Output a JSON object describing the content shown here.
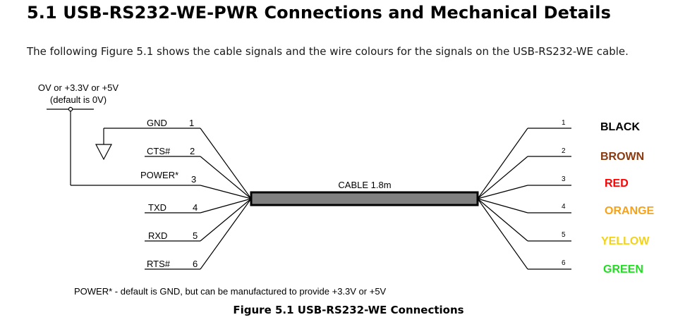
{
  "heading": "5.1 USB-RS232-WE-PWR Connections and Mechanical Details",
  "intro": "The following Figure 5.1 shows the cable signals and the wire colours for the signals on the USB-RS232-WE cable.",
  "power_supply": {
    "voltage_label": "OV or +3.3V or +5V",
    "default_label": "(default is 0V)"
  },
  "left_signals": [
    {
      "name": "GND",
      "pin": "1"
    },
    {
      "name": "CTS#",
      "pin": "2"
    },
    {
      "name": "POWER*",
      "pin": "3"
    },
    {
      "name": "TXD",
      "pin": "4"
    },
    {
      "name": "RXD",
      "pin": "5"
    },
    {
      "name": "RTS#",
      "pin": "6"
    }
  ],
  "cable_label": "CABLE 1.8m",
  "right_wires": [
    {
      "pin": "1",
      "colour": "BLACK",
      "hex": "#000000"
    },
    {
      "pin": "2",
      "colour": "BROWN",
      "hex": "#8B3A0F"
    },
    {
      "pin": "3",
      "colour": "RED",
      "hex": "#FF0000"
    },
    {
      "pin": "4",
      "colour": "ORANGE",
      "hex": "#F5A21C"
    },
    {
      "pin": "5",
      "colour": "YELLOW",
      "hex": "#F2D21B"
    },
    {
      "pin": "6",
      "colour": "GREEN",
      "hex": "#22DD22"
    }
  ],
  "footnote": "POWER* - default is GND, but can be manufactured to provide +3.3V or +5V",
  "caption": "Figure 5.1 USB-RS232-WE Connections"
}
